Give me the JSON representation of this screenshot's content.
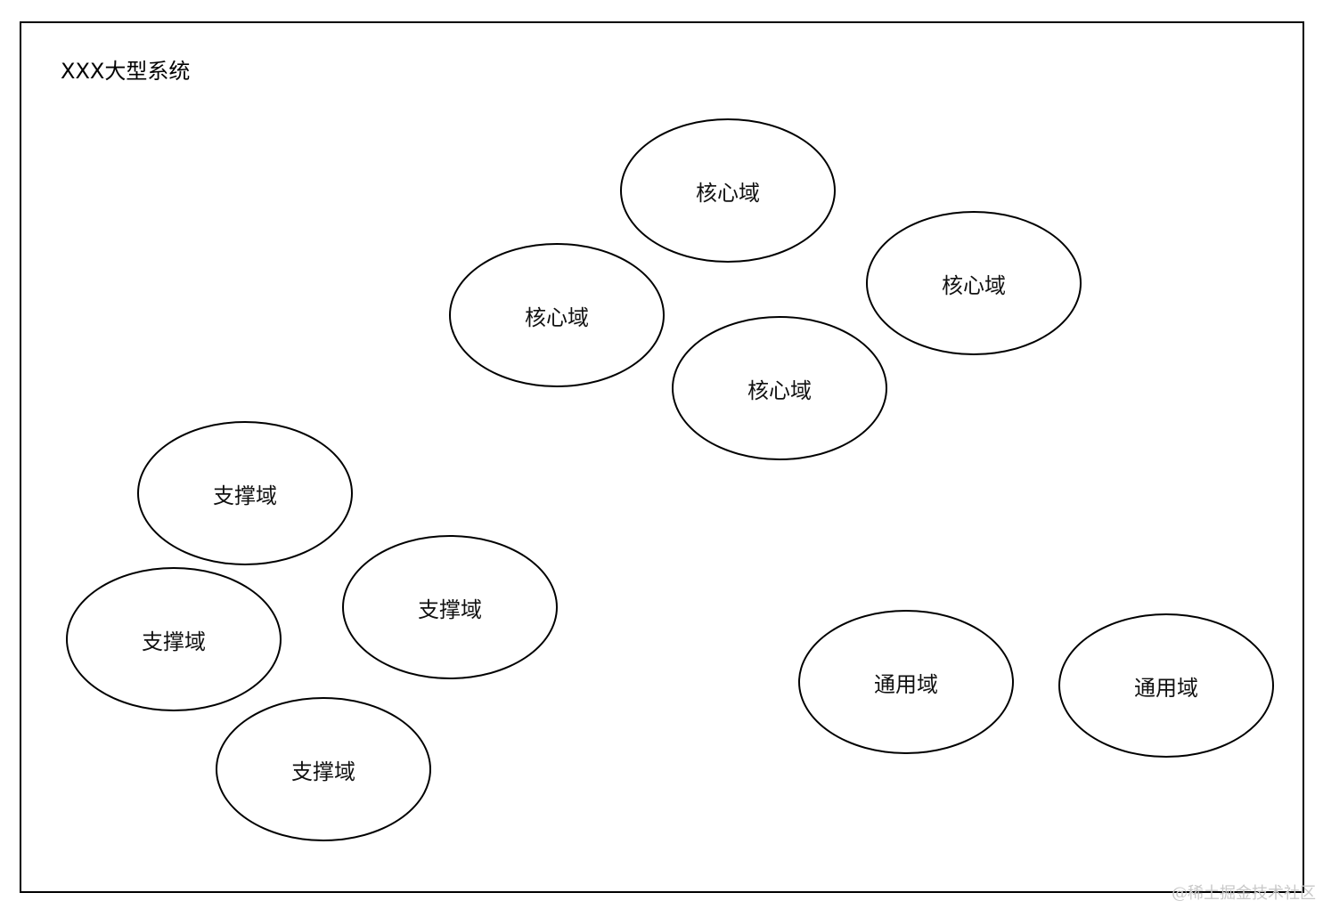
{
  "diagram": {
    "title": "XXX大型系统",
    "nodes": [
      {
        "label": "核心域",
        "group": "core"
      },
      {
        "label": "核心域",
        "group": "core"
      },
      {
        "label": "核心域",
        "group": "core"
      },
      {
        "label": "核心域",
        "group": "core"
      },
      {
        "label": "支撑域",
        "group": "support"
      },
      {
        "label": "支撑域",
        "group": "support"
      },
      {
        "label": "支撑域",
        "group": "support"
      },
      {
        "label": "支撑域",
        "group": "support"
      },
      {
        "label": "通用域",
        "group": "generic"
      },
      {
        "label": "通用域",
        "group": "generic"
      }
    ]
  },
  "watermark": "@稀土掘金技术社区"
}
